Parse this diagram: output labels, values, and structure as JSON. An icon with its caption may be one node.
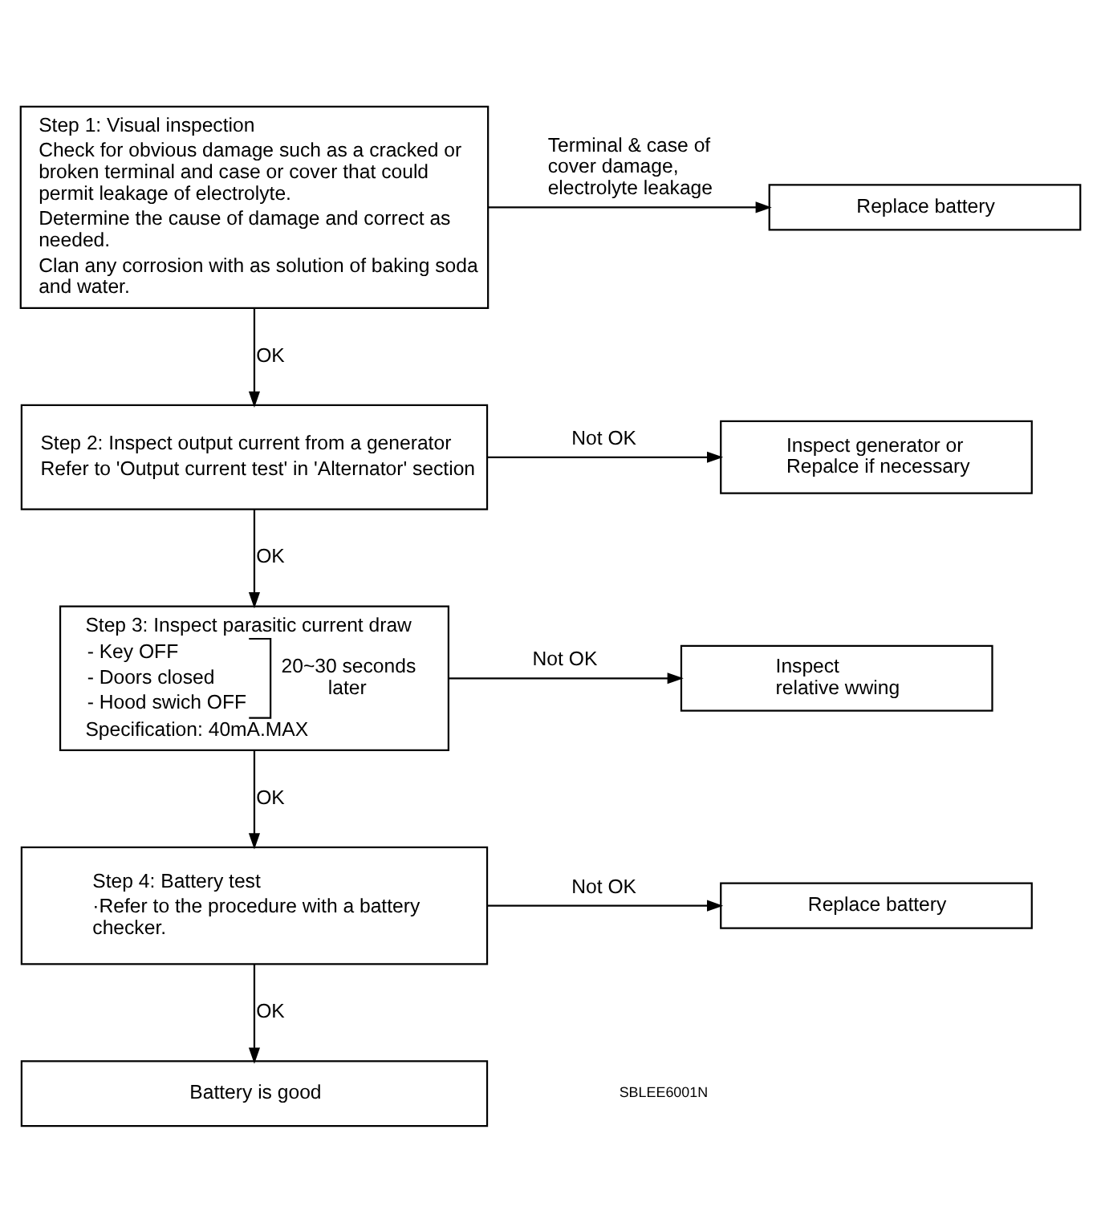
{
  "diagram": {
    "nodes": [
      {
        "text": [
          "Step 1: Visual inspection",
          "Check for obvious damage such as a cracked or broken terminal and case or cover that could permit leakage of electrolyte.",
          "Determine the cause of damage and correct as needed.",
          "Clan any corrosion with as solution of baking soda and water."
        ]
      },
      {
        "text": [
          "Replace battery"
        ]
      },
      {
        "text": [
          "Step 2: Inspect output current from a generator",
          "Refer to 'Output current test' in 'Alternator' section"
        ]
      },
      {
        "text": [
          "Inspect generator or Repalce if necessary"
        ]
      },
      {
        "text": [
          "Step 3: Inspect parasitic current draw",
          "- Key OFF",
          "- Doors closed",
          "- Hood swich OFF",
          "20~30 seconds later",
          "Specification: 40mA.MAX"
        ]
      },
      {
        "text": [
          "Inspect relative wwing"
        ]
      },
      {
        "text": [
          "Step 4: Battery test",
          "·Refer to the procedure with a battery checker."
        ]
      },
      {
        "text": [
          "Replace battery"
        ]
      },
      {
        "text": [
          "Battery is good"
        ]
      }
    ],
    "edges": [
      {
        "from": 0,
        "to": 1,
        "arrow": "to",
        "label": "Terminal & case of cover damage, electrolyte leakage"
      },
      {
        "from": 0,
        "to": 2,
        "arrow": "to",
        "label": "OK"
      },
      {
        "from": 2,
        "to": 3,
        "arrow": "to",
        "label": "Not OK"
      },
      {
        "from": 2,
        "to": 4,
        "arrow": "to",
        "label": "OK"
      },
      {
        "from": 4,
        "to": 5,
        "arrow": "to",
        "label": "Not OK"
      },
      {
        "from": 4,
        "to": 6,
        "arrow": "to",
        "label": "OK"
      },
      {
        "from": 6,
        "to": 7,
        "arrow": "to",
        "label": "Not OK"
      },
      {
        "from": 6,
        "to": 8,
        "arrow": "to",
        "label": "OK"
      }
    ],
    "labels": [
      "SBLEE6001N"
    ]
  }
}
